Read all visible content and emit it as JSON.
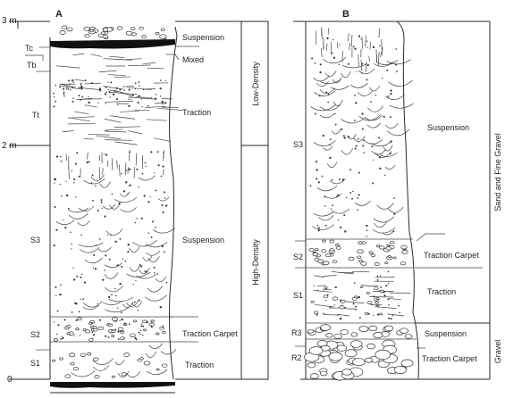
{
  "column_a": {
    "label": "A",
    "scale": [
      "3 m",
      "2 m",
      "0"
    ],
    "divisions": [
      "Tc",
      "Tb",
      "Tt",
      "S3",
      "S2",
      "S1"
    ],
    "processes": [
      "Suspension",
      "Mixed",
      "Traction",
      "Suspension",
      "Traction Carpet",
      "Traction"
    ],
    "groups": [
      "Low-Density",
      "High-Density"
    ]
  },
  "column_b": {
    "label": "B",
    "divisions": [
      "S3",
      "S2",
      "S1",
      "R3",
      "R2"
    ],
    "processes": [
      "Suspension",
      "Traction Carpet",
      "Traction",
      "Suspension",
      "Traction Carpet"
    ],
    "groups": [
      "Sand and Fine Gravel",
      "Gravel"
    ]
  }
}
